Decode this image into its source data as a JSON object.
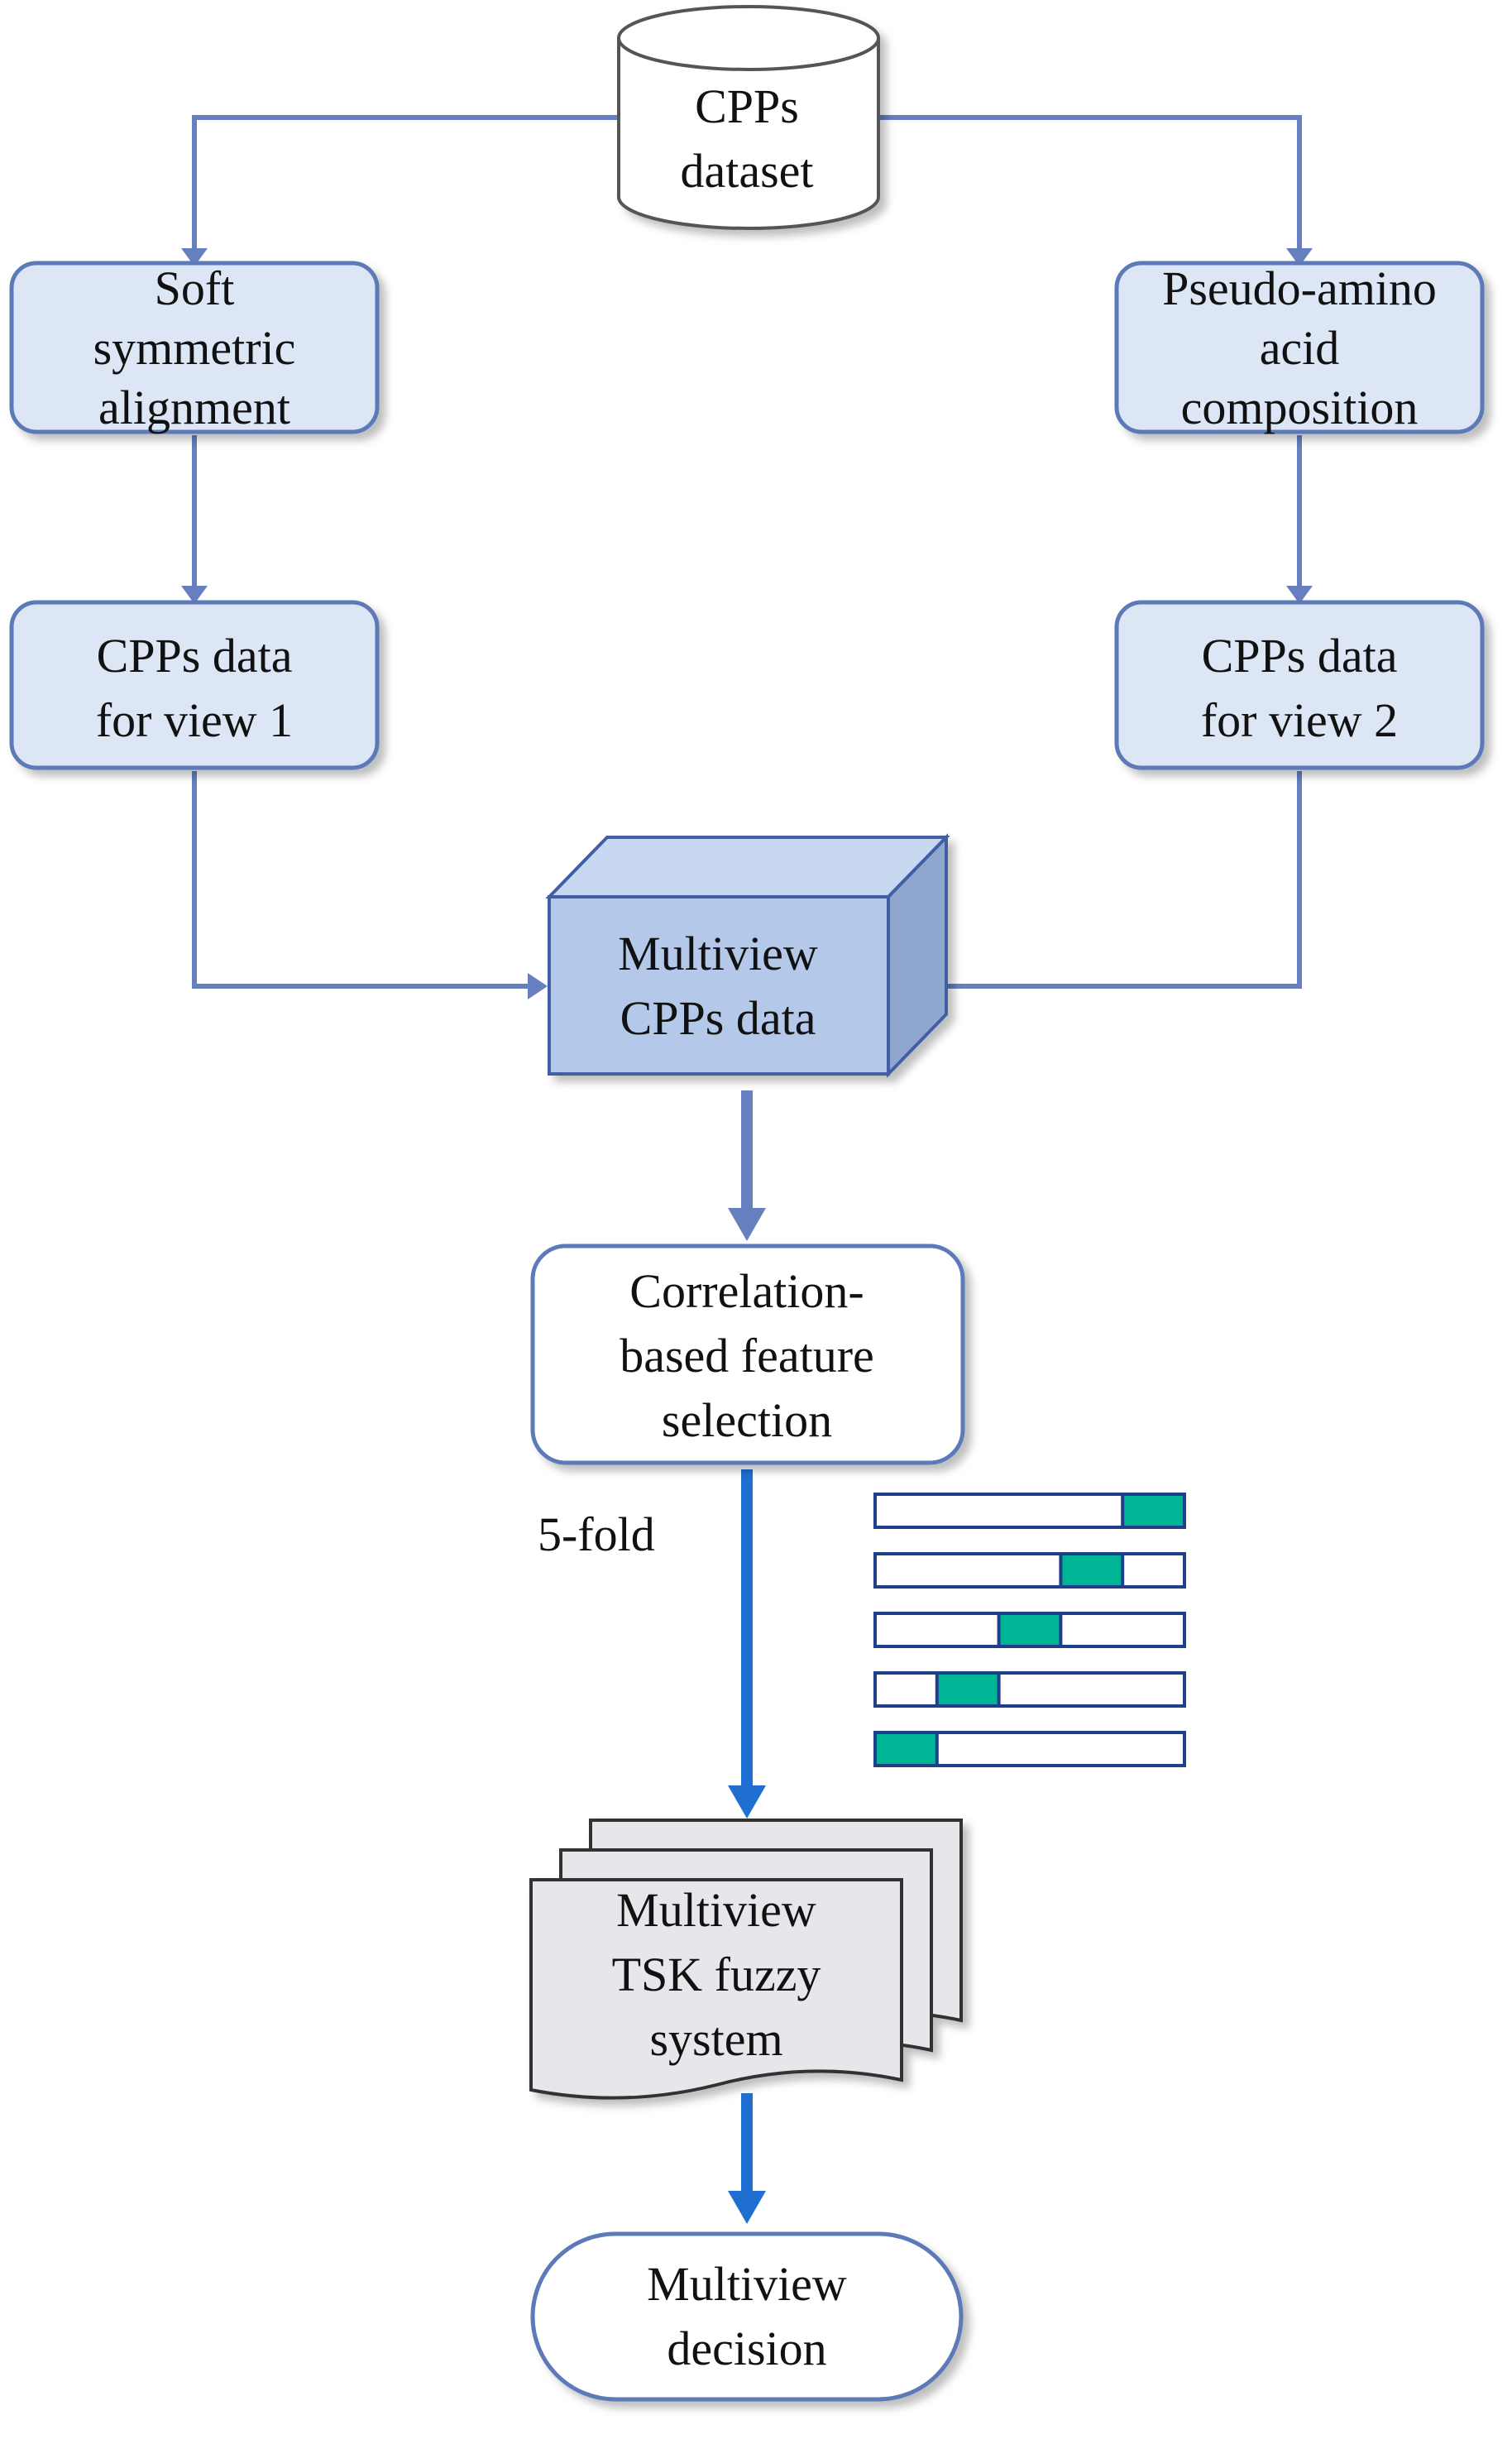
{
  "nodes": {
    "dataset": {
      "lines": [
        "CPPs",
        "dataset"
      ]
    },
    "soft_alignment": {
      "lines": [
        "Soft",
        "symmetric",
        "alignment"
      ]
    },
    "pseudo_amino": {
      "lines": [
        "Pseudo-amino",
        "acid",
        "composition"
      ]
    },
    "view1": {
      "lines": [
        "CPPs data",
        "for view 1"
      ]
    },
    "view2": {
      "lines": [
        "CPPs data",
        "for view 2"
      ]
    },
    "multiview_data": {
      "lines": [
        "Multiview",
        "CPPs data"
      ]
    },
    "feature_selection": {
      "lines": [
        "Correlation-",
        "based feature",
        "selection"
      ]
    },
    "tsk_system": {
      "lines": [
        "Multiview",
        "TSK fuzzy",
        "system"
      ]
    },
    "decision": {
      "lines": [
        "Multiview",
        "decision"
      ]
    }
  },
  "labels": {
    "fold": "5-fold"
  },
  "folds": {
    "count": 5,
    "highlighted_index_per_row": [
      4,
      3,
      2,
      1,
      0
    ]
  },
  "colors": {
    "box_fill": "#dce6f5",
    "box_stroke": "#5b79b8",
    "arrow": "#6680bf",
    "arrow_bold": "#1e6fcf",
    "cube_front": "#b4c9e9",
    "cube_top": "#c8d8f0",
    "cube_side": "#8fa6cf",
    "fold_fill": "#00b496",
    "fold_stroke": "#1f3f8a",
    "doc_fill": "#e8e6ea",
    "doc_stroke": "#333333"
  }
}
